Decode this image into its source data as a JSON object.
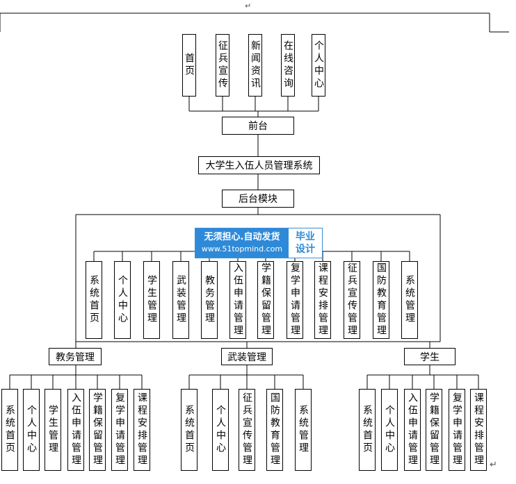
{
  "front_modules": [
    "首页",
    "征兵宣传",
    "新闻资讯",
    "在线咨询",
    "个人中心"
  ],
  "front": "前台",
  "system": "大学生入伍人员管理系统",
  "backend": "后台模块",
  "admin_modules": [
    "系统首页",
    "个人中心",
    "学生管理",
    "武装管理",
    "教务管理",
    "入伍申请管理",
    "学籍保留管理",
    "复学申请管理",
    "课程安排管理",
    "征兵宣传管理",
    "国防教育管理",
    "系统管理"
  ],
  "roles": [
    {
      "name": "教务管理",
      "modules": [
        "系统首页",
        "个人中心",
        "学生管理",
        "入伍申请管理",
        "学籍保留管理",
        "复学申请管理",
        "课程安排管理"
      ]
    },
    {
      "name": "武装管理",
      "modules": [
        "系统首页",
        "个人中心",
        "征兵宣传管理",
        "国防教育管理",
        "系统管理"
      ]
    },
    {
      "name": "学生",
      "modules": [
        "系统首页",
        "个人中心",
        "入伍申请管理",
        "学籍保留管理",
        "复学申请管理",
        "课程安排管理"
      ]
    }
  ],
  "watermark": {
    "line1": "无须担心.自动发货",
    "line2": "www.51topmind.com",
    "badge1": "毕业",
    "badge2": "设计"
  },
  "marks": {
    "top": "↵",
    "bottom_right": "↵"
  }
}
